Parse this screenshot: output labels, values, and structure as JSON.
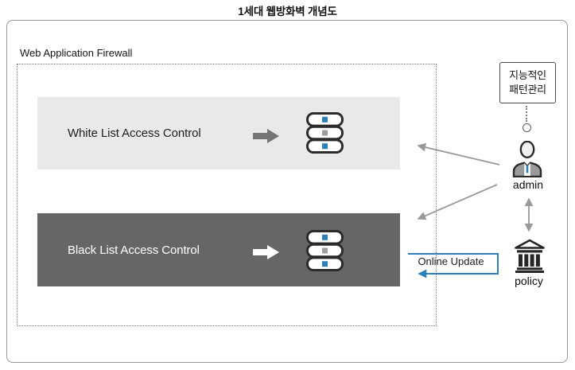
{
  "title": "1세대 웹방화벽 개념도",
  "waf": {
    "label": "Web Application Firewall",
    "white_list_box": {
      "label": "White List Access Control"
    },
    "black_list_box": {
      "label": "Black List Access Control"
    }
  },
  "pattern_box": {
    "label": "지능적인\n패턴관리"
  },
  "admin": {
    "label": "admin"
  },
  "policy": {
    "label": "policy"
  },
  "online_update": {
    "label": "Online Update"
  },
  "colors": {
    "accent_blue": "#2e7fb8",
    "light_box": "#e9e9e9",
    "dark_box": "#666666",
    "connector_gray": "#999999",
    "outline_dark": "#2b2b2b"
  },
  "icons": {
    "servers": "server-stack-icon",
    "flow_arrows": "right-arrow-icon",
    "admin": "person-icon",
    "policy": "bank-building-icon",
    "pattern_link": "dotted-line-circle-icon"
  }
}
